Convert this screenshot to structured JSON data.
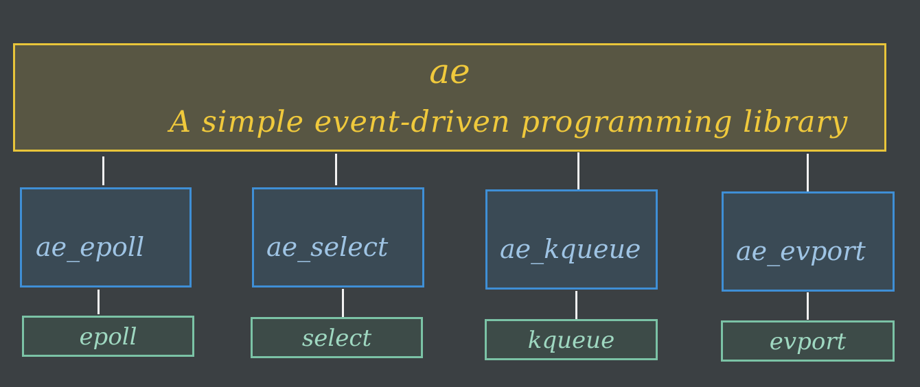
{
  "diagram": {
    "root": {
      "title": "ae",
      "subtitle": "A simple event-driven programming library"
    },
    "backends": [
      {
        "label": "ae_epoll",
        "api": "epoll"
      },
      {
        "label": "ae_select",
        "api": "select"
      },
      {
        "label": "ae_kqueue",
        "api": "kqueue"
      },
      {
        "label": "ae_evport",
        "api": "evport"
      }
    ]
  },
  "colors": {
    "background": "#3b4043",
    "root_border": "#e8c53a",
    "root_text": "#f0c93c",
    "backend_border": "#3f8fd6",
    "backend_text": "#9fc4e4",
    "api_border": "#7bc3a6",
    "api_text": "#9fd8c1",
    "connector": "#f2f2f2"
  }
}
